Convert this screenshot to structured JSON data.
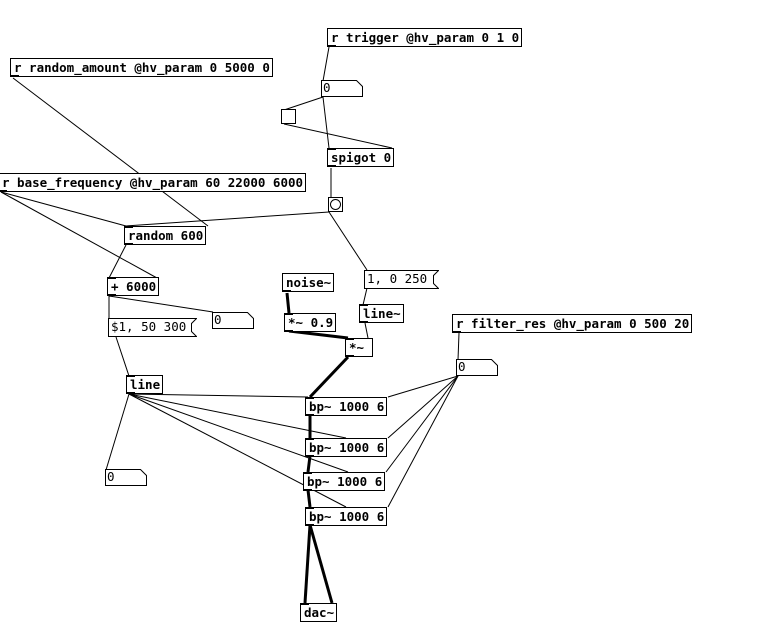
{
  "objects": {
    "r_trigger": "r trigger @hv_param 0 1 0",
    "r_random_amount": "r random_amount @hv_param 0 5000 0",
    "spigot": "spigot 0",
    "r_base_frequency": "r base_frequency @hv_param 60 22000 6000",
    "random": "random 600",
    "add": "+ 6000",
    "noise": "noise~",
    "mul_09": "*~ 0.9",
    "line_sig": "line~",
    "mul_sig": "*~",
    "r_filter_res": "r filter_res @hv_param 0 500 20",
    "line": "line",
    "bp1": "bp~ 1000 6",
    "bp2": "bp~ 1000 6",
    "bp3": "bp~ 1000 6",
    "bp4": "bp~ 1000 6",
    "dac": "dac~"
  },
  "messages": {
    "env_msg": "1, 0 250",
    "ramp_msg": "$1, 50 300"
  },
  "numbers": {
    "trigger_num": "0",
    "add_out_num": "0",
    "filter_res_num": "0",
    "line_out_num": "0"
  },
  "colors": {
    "background": "#ffffff",
    "box_border": "#000000",
    "wire": "#000000"
  }
}
